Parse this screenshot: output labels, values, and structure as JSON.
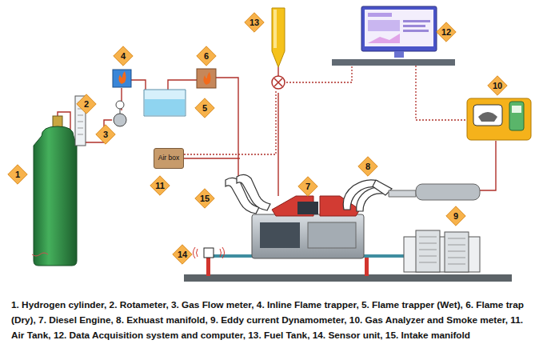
{
  "diagram": {
    "caption": "1. Hydrogen cylinder, 2. Rotameter, 3. Gas Flow meter, 4. Inline Flame trapper, 5. Flame trapper (Wet), 6. Flame trap (Dry), 7. Diesel Engine, 8. Exhuast manifold, 9. Eddy current Dynamometer, 10. Gas Analyzer and Smoke meter, 11. Air Tank, 12. Data Acquisition system and computer, 13. Fuel Tank, 14. Sensor unit, 15. Intake manifold",
    "nodes": [
      {
        "text": [
          "13"
        ]
      },
      {
        "text": [
          "12"
        ]
      },
      {
        "text": [
          "4"
        ]
      },
      {
        "text": [
          "6"
        ]
      },
      {
        "text": [
          "2"
        ]
      },
      {
        "text": [
          "5"
        ]
      },
      {
        "text": [
          "10"
        ]
      },
      {
        "text": [
          "3"
        ]
      },
      {
        "text": [
          "Air box"
        ]
      },
      {
        "text": [
          "1"
        ]
      },
      {
        "text": [
          "11"
        ]
      },
      {
        "text": [
          "8"
        ]
      },
      {
        "text": [
          "7"
        ]
      },
      {
        "text": [
          "15"
        ]
      },
      {
        "text": [
          "9"
        ]
      },
      {
        "text": [
          "14"
        ]
      }
    ]
  }
}
